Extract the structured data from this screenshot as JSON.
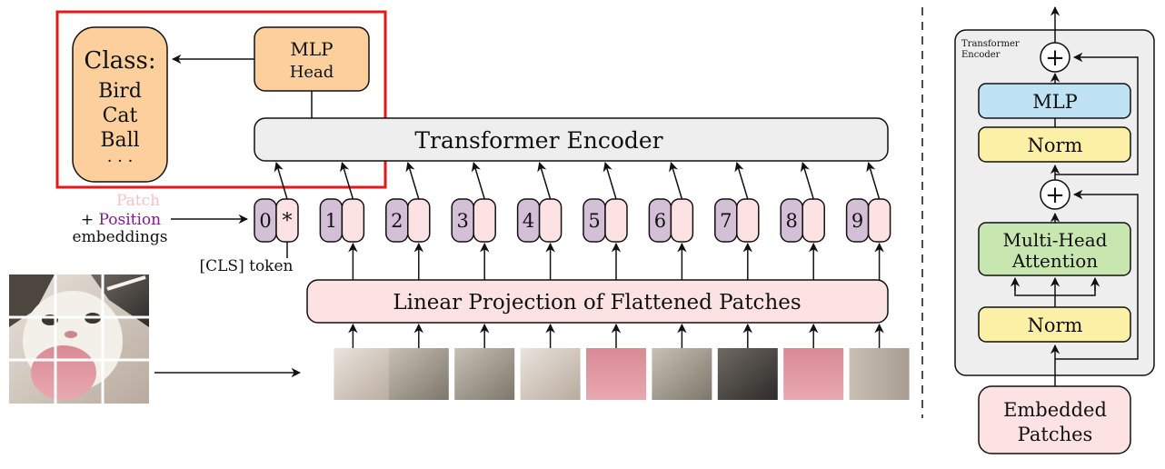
{
  "classifier": {
    "title": "Class:",
    "classes": [
      "Bird",
      "Cat",
      "Ball"
    ],
    "ellipsis": "· · ·"
  },
  "mlp_head": {
    "line1": "MLP",
    "line2": "Head"
  },
  "transformer_encoder": "Transformer Encoder",
  "embeddings_label": {
    "patch": "Patch",
    "plus": "+",
    "position": "Position",
    "embeddings": "embeddings"
  },
  "cls_token_label": "[CLS] token",
  "cls_symbol": "*",
  "position_indices": [
    "0",
    "1",
    "2",
    "3",
    "4",
    "5",
    "6",
    "7",
    "8",
    "9"
  ],
  "linear_projection": "Linear Projection of Flattened Patches",
  "encoder_block": {
    "label_line1": "Transformer",
    "label_line2": "Encoder",
    "mlp": "MLP",
    "norm_top": "Norm",
    "attention_line1": "Multi-Head",
    "attention_line2": "Attention",
    "norm_bottom": "Norm",
    "plus_symbol": "+"
  },
  "embedded_patches": {
    "line1": "Embedded",
    "line2": "Patches"
  },
  "colors": {
    "orange": "#fccf9c",
    "grey": "#eeeeee",
    "pink": "#fde2e4",
    "purple": "#d3bfd6",
    "blue": "#bfe2f4",
    "yellow": "#fcefa6",
    "green": "#c8e6b0",
    "highlight": "#e01919",
    "patch_text": "#f9c0c8",
    "position_text": "#7a1f86"
  },
  "image": {
    "description_icon": "cat-photo-patches-icon"
  }
}
